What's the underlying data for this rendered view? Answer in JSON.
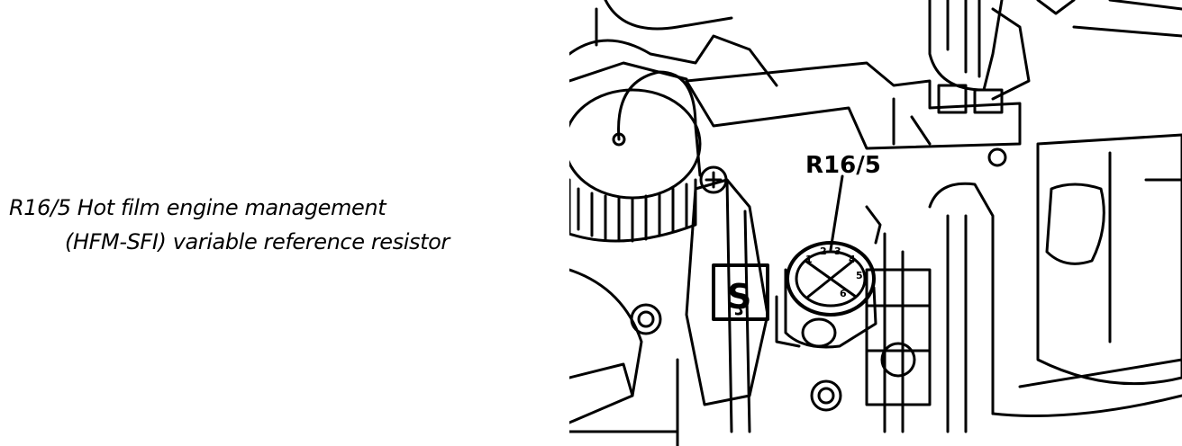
{
  "caption": {
    "line1": "R16/5 Hot film engine management",
    "line2": "(HFM-SFI) variable reference resistor"
  },
  "callout": {
    "label": "R16/5"
  },
  "component_marks": {
    "fuse_box_symbol": "Ş",
    "resistor_dial_numbers": [
      "1",
      "2",
      "3",
      "4",
      "5",
      "6"
    ]
  },
  "colors": {
    "ink": "#000000",
    "paper": "#ffffff"
  }
}
